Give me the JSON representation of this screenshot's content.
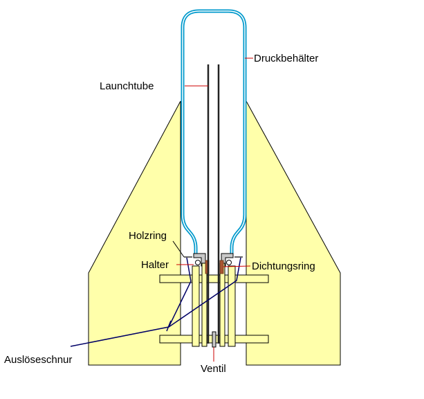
{
  "labels": {
    "druckbehaelter": "Druckbehälter",
    "launchtube": "Launchtube",
    "holzring": "Holzring",
    "halter": "Halter",
    "dichtungsring": "Dichtungsring",
    "ausloeseschnur": "Auslöseschnur",
    "ventil": "Ventil"
  },
  "colors": {
    "fins": "#FFFFAA",
    "outline": "#000000",
    "bottle": "#00AADD",
    "leader": "#CC0000",
    "cord": "#000066",
    "seal": "#AA5533"
  }
}
